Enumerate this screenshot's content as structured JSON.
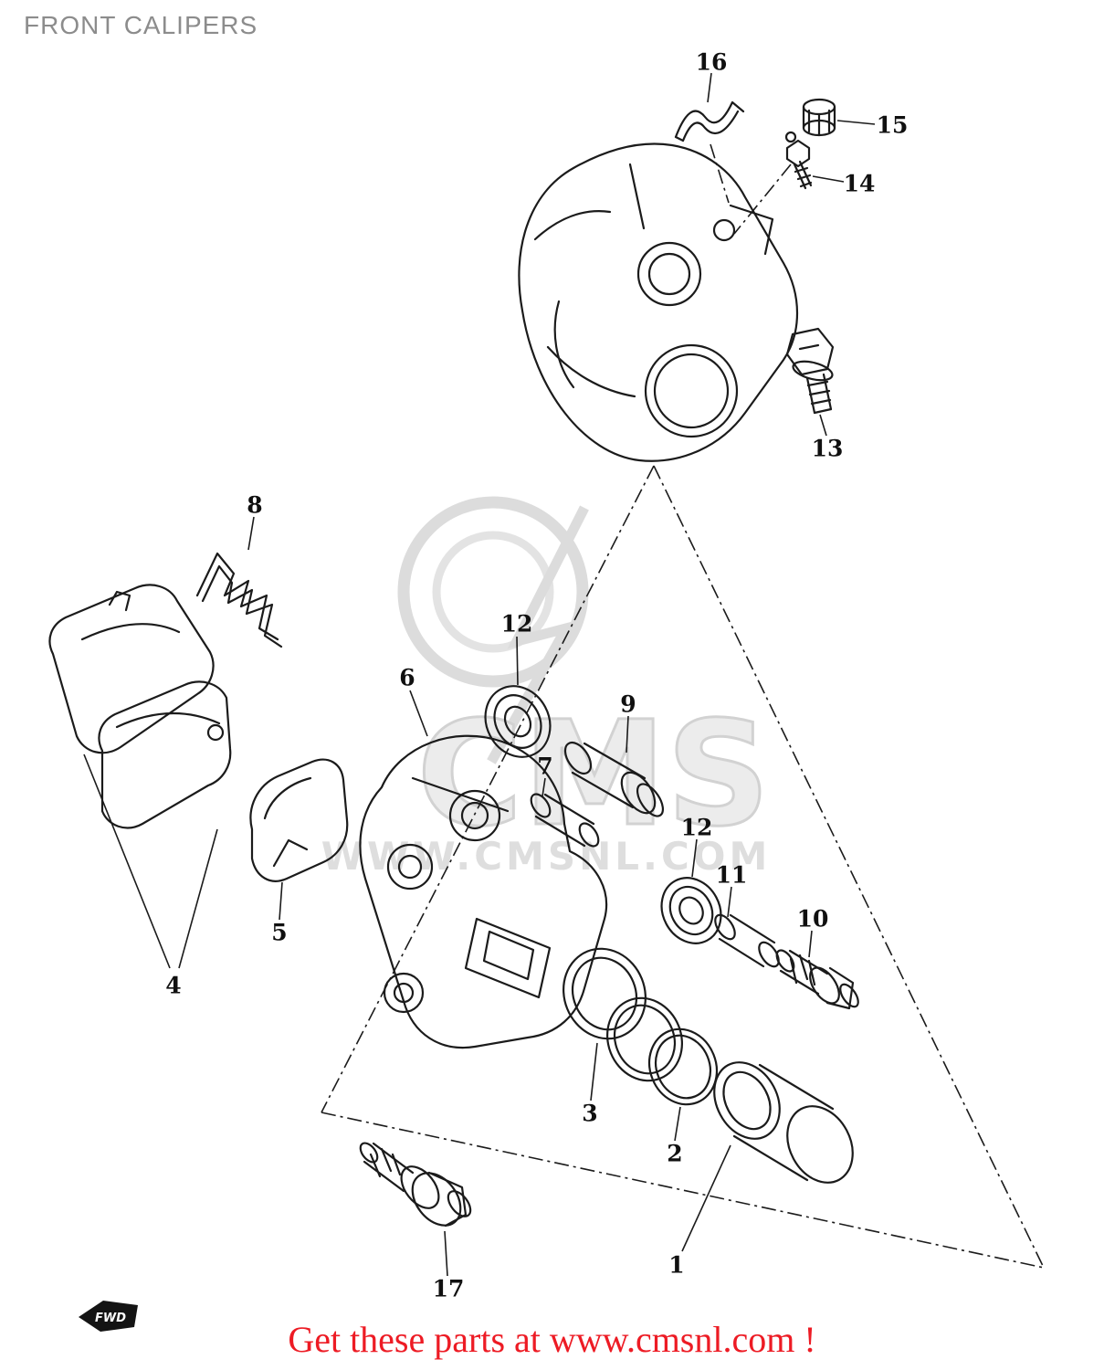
{
  "page": {
    "title": "FRONT CALIPERS",
    "footer_text": "Get these parts at www.cmsnl.com !",
    "fwd_label": "FWD"
  },
  "watermark": {
    "brand": "CMS",
    "url": "WWW.CMSNL.COM"
  },
  "colors": {
    "footer_red": "#ed1b24",
    "title_gray": "#8c8c8c",
    "line_black": "#1b1b1b",
    "watermark_gray": "#dcdcdc"
  },
  "diagram": {
    "description": "Exploded parts diagram of front brake calipers with numbered callouts",
    "parts": [
      {
        "ref": "16"
      },
      {
        "ref": "15"
      },
      {
        "ref": "14"
      },
      {
        "ref": "13"
      },
      {
        "ref": "8"
      },
      {
        "ref": "12"
      },
      {
        "ref": "9"
      },
      {
        "ref": "6"
      },
      {
        "ref": "7"
      },
      {
        "ref": "12"
      },
      {
        "ref": "11"
      },
      {
        "ref": "10"
      },
      {
        "ref": "4"
      },
      {
        "ref": "5"
      },
      {
        "ref": "3"
      },
      {
        "ref": "2"
      },
      {
        "ref": "1"
      },
      {
        "ref": "17"
      }
    ]
  }
}
